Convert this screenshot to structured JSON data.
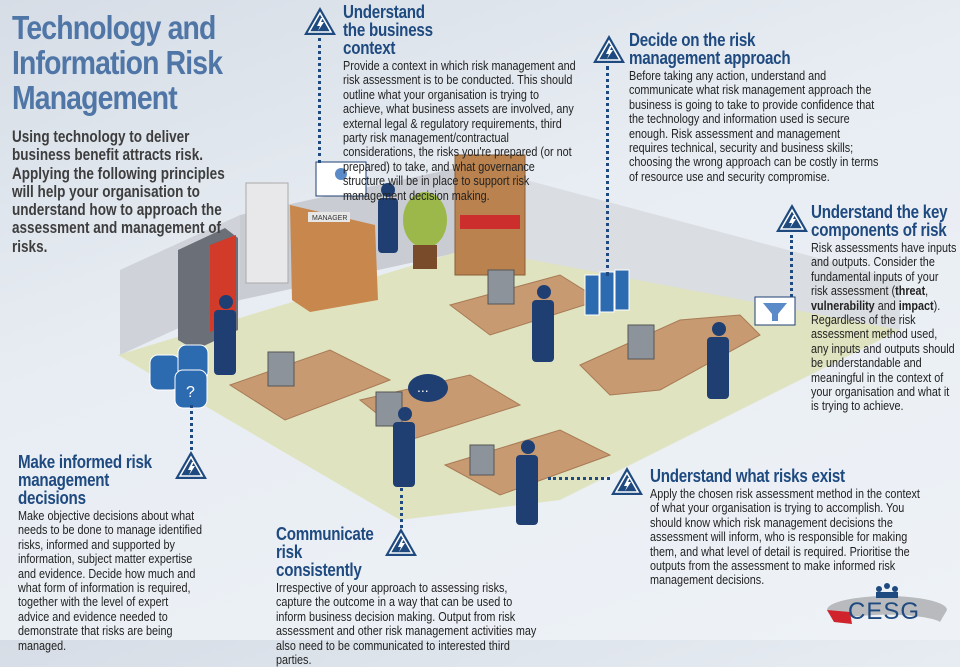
{
  "title": "Technology and Information Risk Management",
  "intro": "Using technology to deliver business benefit attracts risk. Applying the following principles will help your organisation to understand how to approach the assessment and management of risks.",
  "scene": {
    "door_sign": "MANAGER",
    "speech_bubble": "...",
    "unknown_mark": "?"
  },
  "sections": [
    {
      "heading": "Understand the business context",
      "body": "Provide a context in which risk management and risk assessment is to be conducted. This should outline what your organisation is trying to achieve, what business assets are involved, any external legal & regulatory requirements, third party risk management/contractual considerations, the risks you're prepared (or not prepared) to take, and what governance structure will be in place to support risk management decision making.",
      "icon": "warning-lightning-icon"
    },
    {
      "heading": "Decide on the risk management approach",
      "body": "Before taking any action, understand and communicate what risk management approach the business is going to take to provide confidence that the technology and information used is secure enough. Risk assessment and management requires technical, security and business skills; choosing the wrong approach can be costly in terms of resource use and security compromise.",
      "icon": "warning-lightning-icon"
    },
    {
      "heading": "Understand the key components of risk",
      "body_pre": "Risk assessments have inputs and outputs. Consider the fundamental inputs of your risk assessment (",
      "bold1": "threat",
      "mid1": ", ",
      "bold2": "vulnerability",
      "mid2": " and ",
      "bold3": "impact",
      "body_post": "). Regardless of the risk assessment method used, any inputs and outputs should be understandable and meaningful in the context of your organisation and what it is trying to achieve.",
      "icon": "warning-lightning-icon"
    },
    {
      "heading": "Make informed risk management decisions",
      "body": "Make objective decisions about what needs to be done to manage identified risks, informed and supported by information, subject matter expertise and evidence. Decide how much and what form of information is required, together with the level of expert advice and evidence needed to demonstrate that risks are being managed.",
      "icon": "warning-lightning-icon"
    },
    {
      "heading": "Communicate risk consistently",
      "body": "Irrespective of your approach to assessing risks, capture the outcome in a way that can be used to inform business decision making. Output from risk assessment and other risk management activities may also need to be communicated to interested third parties.",
      "icon": "warning-lightning-icon"
    },
    {
      "heading": "Understand what  risks exist",
      "body": "Apply the chosen risk assessment method in the context of what your organisation is trying to accomplish. You should know which risk management decisions the assessment will inform, who is responsible for making them, and what level of detail is required. Prioritise the outputs from the assessment to make informed risk management decisions.",
      "icon": "warning-lightning-icon"
    }
  ],
  "logo": {
    "text": "CESG"
  },
  "colors": {
    "heading": "#1f4a80",
    "title": "#4f76a6",
    "floor": "#dfe3bf",
    "desk": "#c89a72",
    "person": "#1f3f73",
    "accent_red": "#d0232b"
  }
}
